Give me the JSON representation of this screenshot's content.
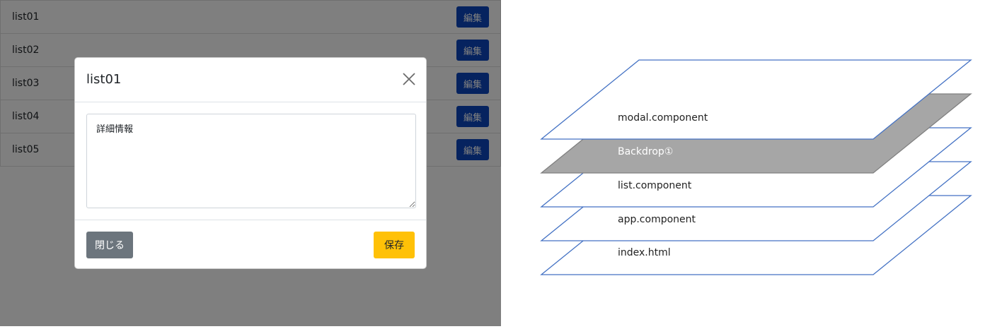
{
  "list": {
    "items": [
      {
        "label": "list01",
        "button": "編集"
      },
      {
        "label": "list02",
        "button": "編集"
      },
      {
        "label": "list03",
        "button": "編集"
      },
      {
        "label": "list04",
        "button": "編集"
      },
      {
        "label": "list05",
        "button": "編集"
      }
    ],
    "button_color": "#0d47bf"
  },
  "modal": {
    "title": "list01",
    "textarea_value": "詳細情報",
    "close_label": "閉じる",
    "save_label": "保存",
    "close_icon": "close-icon",
    "close_button_color": "#6c757d",
    "save_button_color": "#ffc107"
  },
  "diagram": {
    "layers": [
      {
        "label": "modal.component",
        "fill": "#ffffff"
      },
      {
        "label": "Backdrop①",
        "fill": "#a6a6a6"
      },
      {
        "label": "list.component",
        "fill": "#ffffff"
      },
      {
        "label": "app.component",
        "fill": "#ffffff"
      },
      {
        "label": "index.html",
        "fill": "#ffffff"
      }
    ],
    "stroke_color": "#4472c4"
  }
}
